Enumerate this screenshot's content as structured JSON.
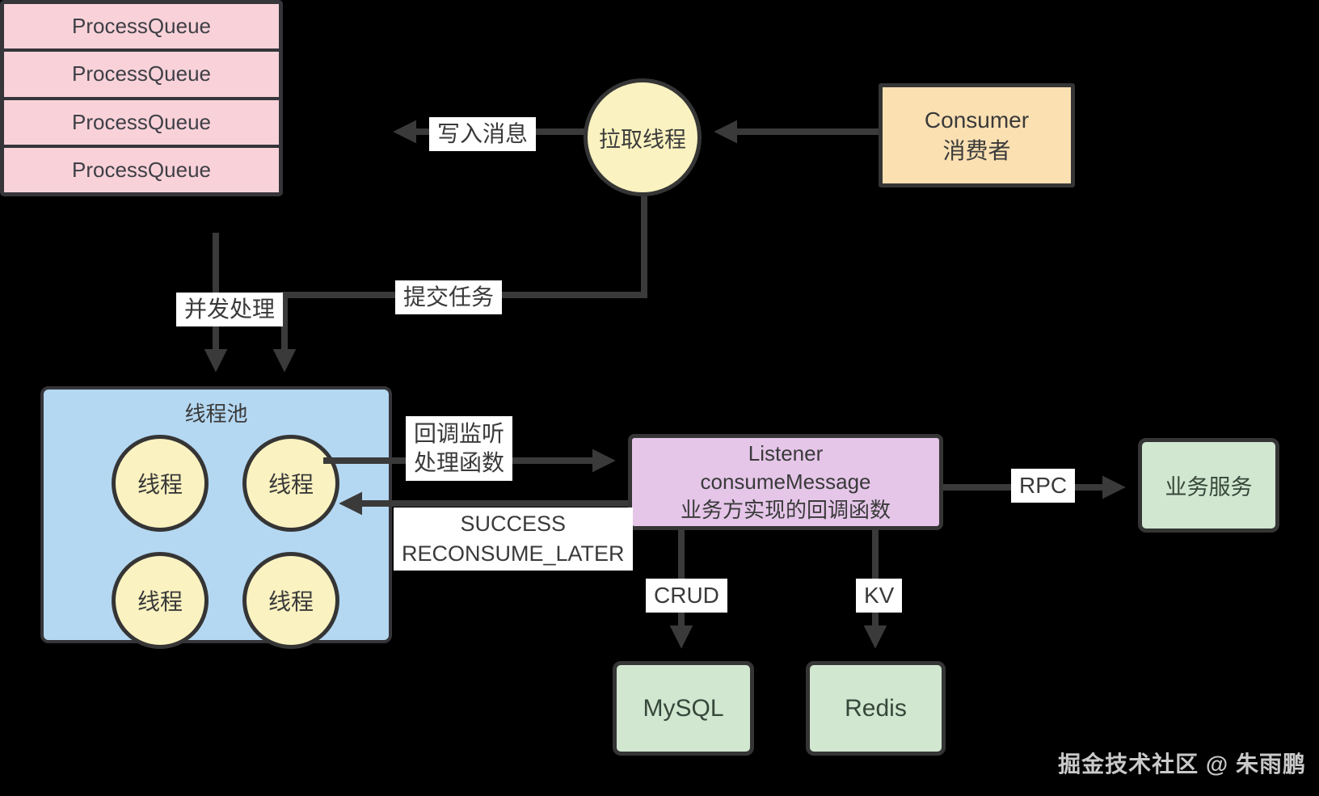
{
  "diagram": {
    "background": "#000000",
    "line_color": "#3a3a3a",
    "nodes": {
      "process_queue": {
        "rows": [
          "ProcessQueue",
          "ProcessQueue",
          "ProcessQueue",
          "ProcessQueue"
        ],
        "fill": "#f9d2d9"
      },
      "pull_thread": {
        "label": "拉取线程",
        "fill": "#faf2c0"
      },
      "consumer": {
        "line1": "Consumer",
        "line2": "消费者",
        "fill": "#fbe0b2"
      },
      "thread_pool": {
        "title": "线程池",
        "fill": "#b4d8f2",
        "threads": [
          "线程",
          "线程",
          "线程",
          "线程"
        ],
        "thread_fill": "#faf2c0"
      },
      "listener": {
        "line1": "Listener",
        "line2": "consumeMessage",
        "line3": "业务方实现的回调函数",
        "fill": "#e5c6e9"
      },
      "business_service": {
        "label": "业务服务",
        "fill": "#d1e7d0"
      },
      "mysql": {
        "label": "MySQL",
        "fill": "#d1e7d0"
      },
      "redis": {
        "label": "Redis",
        "fill": "#d1e7d0"
      }
    },
    "edge_labels": {
      "write_message": "写入消息",
      "submit_task": "提交任务",
      "concurrent_processing": "并发处理",
      "callback_line1": "回调监听",
      "callback_line2": "处理函数",
      "result_line1": "SUCCESS",
      "result_line2": "RECONSUME_LATER",
      "rpc": "RPC",
      "crud": "CRUD",
      "kv": "KV"
    },
    "watermark": "掘金技术社区 @ 朱雨鹏"
  }
}
